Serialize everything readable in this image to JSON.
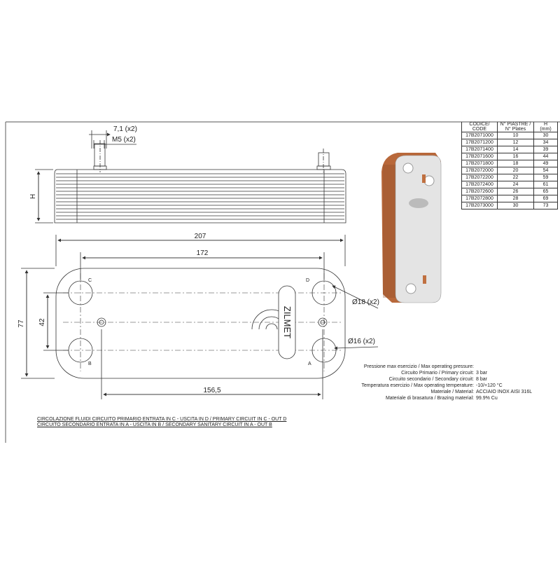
{
  "table": {
    "headers": [
      [
        "CODICE/",
        "CODE"
      ],
      [
        "N° PIASTRE /",
        "N° Plates"
      ],
      [
        "H",
        "(mm)"
      ]
    ],
    "rows": [
      [
        "17B2071000",
        "10",
        "30"
      ],
      [
        "17B2071200",
        "12",
        "34"
      ],
      [
        "17B2071400",
        "14",
        "39"
      ],
      [
        "17B2071600",
        "16",
        "44"
      ],
      [
        "17B2071800",
        "18",
        "49"
      ],
      [
        "17B2072000",
        "20",
        "54"
      ],
      [
        "17B2072200",
        "22",
        "59"
      ],
      [
        "17B2072400",
        "24",
        "61"
      ],
      [
        "17B2072600",
        "26",
        "65"
      ],
      [
        "17B2072800",
        "28",
        "69"
      ],
      [
        "17B2073000",
        "30",
        "73"
      ]
    ]
  },
  "side_view": {
    "dim_stud": "7,1 (x2)",
    "dim_thread": "M5 (x2)",
    "dim_height": "H"
  },
  "plan_view": {
    "dim_overall_length": "207",
    "dim_port_spacing": "172",
    "dim_stud_spacing": "156,5",
    "dim_overall_width": "77",
    "dim_port_vertical": "42",
    "dim_port_d18": "Ø18 (x2)",
    "dim_port_d16": "Ø16 (x2)",
    "port_labels": {
      "c": "C",
      "d": "D",
      "b": "B",
      "a": "A"
    },
    "logo": "ZILMET"
  },
  "specs": [
    {
      "k": "Pressione max esercizio / Max operating pressure:",
      "v": ""
    },
    {
      "k": "Circuito Primario / Primary circuit:",
      "v": "3 bar"
    },
    {
      "k": "Circuito secondario / Secondary circuit:",
      "v": "8 bar"
    },
    {
      "k": "Temperatura esercizio / Max operating temperature:",
      "v": "-10/+120 °C"
    },
    {
      "k": "Materiale / Material:",
      "v": "ACCIAIO INOX AISI 316L"
    },
    {
      "k": "Materiale di brasatura / Brazing material:",
      "v": "99.9% Cu"
    }
  ],
  "notes": [
    "CIRCOLAZIONE FLUIDI CIRCUITO PRIMARIO ENTRATA IN C - USCITA IN D / PRIMARY CIRCUIT IN C - OUT D",
    "CIRCUITO SECONDARIO ENTRATA IN A - USCITA IN B / SECONDARY SANITARY CIRCUIT IN A - OUT B"
  ],
  "colors": {
    "copper": "#b8683a",
    "steel": "#e4e4e4",
    "line": "#333333"
  }
}
